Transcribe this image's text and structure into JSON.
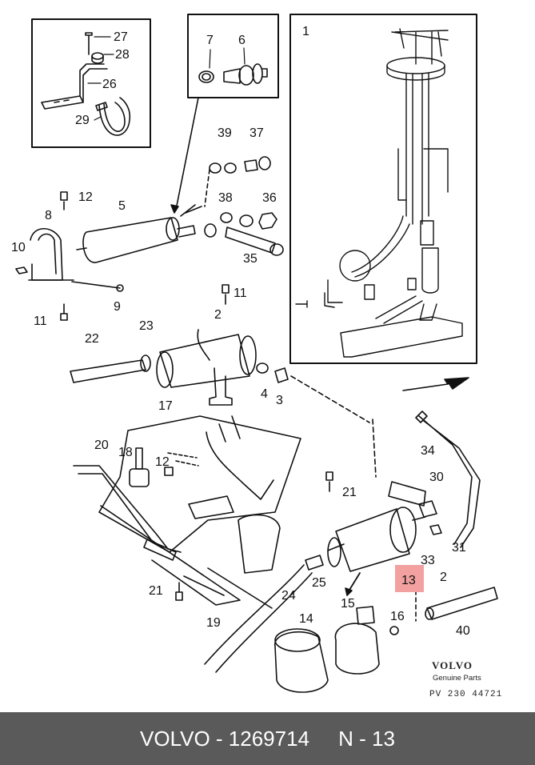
{
  "callouts": [
    {
      "id": "c1",
      "text": "1"
    },
    {
      "id": "c2a",
      "text": "2"
    },
    {
      "id": "c2b",
      "text": "2"
    },
    {
      "id": "c3",
      "text": "3"
    },
    {
      "id": "c4",
      "text": "4"
    },
    {
      "id": "c5",
      "text": "5"
    },
    {
      "id": "c6",
      "text": "6"
    },
    {
      "id": "c7",
      "text": "7"
    },
    {
      "id": "c8",
      "text": "8"
    },
    {
      "id": "c9",
      "text": "9"
    },
    {
      "id": "c10",
      "text": "10"
    },
    {
      "id": "c11a",
      "text": "11"
    },
    {
      "id": "c11b",
      "text": "11"
    },
    {
      "id": "c12a",
      "text": "12"
    },
    {
      "id": "c12b",
      "text": "12"
    },
    {
      "id": "c13",
      "text": "13"
    },
    {
      "id": "c14",
      "text": "14"
    },
    {
      "id": "c15",
      "text": "15"
    },
    {
      "id": "c16",
      "text": "16"
    },
    {
      "id": "c17",
      "text": "17"
    },
    {
      "id": "c18",
      "text": "18"
    },
    {
      "id": "c19",
      "text": "19"
    },
    {
      "id": "c20",
      "text": "20"
    },
    {
      "id": "c21a",
      "text": "21"
    },
    {
      "id": "c21b",
      "text": "21"
    },
    {
      "id": "c22",
      "text": "22"
    },
    {
      "id": "c23",
      "text": "23"
    },
    {
      "id": "c24",
      "text": "24"
    },
    {
      "id": "c25",
      "text": "25"
    },
    {
      "id": "c26",
      "text": "26"
    },
    {
      "id": "c27",
      "text": "27"
    },
    {
      "id": "c28",
      "text": "28"
    },
    {
      "id": "c29",
      "text": "29"
    },
    {
      "id": "c30",
      "text": "30"
    },
    {
      "id": "c31",
      "text": "31"
    },
    {
      "id": "c33",
      "text": "33"
    },
    {
      "id": "c34",
      "text": "34"
    },
    {
      "id": "c35",
      "text": "35"
    },
    {
      "id": "c36",
      "text": "36"
    },
    {
      "id": "c37",
      "text": "37"
    },
    {
      "id": "c38",
      "text": "38"
    },
    {
      "id": "c39",
      "text": "39"
    },
    {
      "id": "c40",
      "text": "40"
    }
  ],
  "highlight": {
    "label": "13",
    "color": "#f2a0a0"
  },
  "brand": {
    "name": "VOLVO",
    "tagline": "Genuine Parts",
    "code": "PV 230 44721"
  },
  "footer": {
    "brand": "VOLVO",
    "part_number": "1269714",
    "reference": "N - 13",
    "background": "#5a5a5a"
  }
}
